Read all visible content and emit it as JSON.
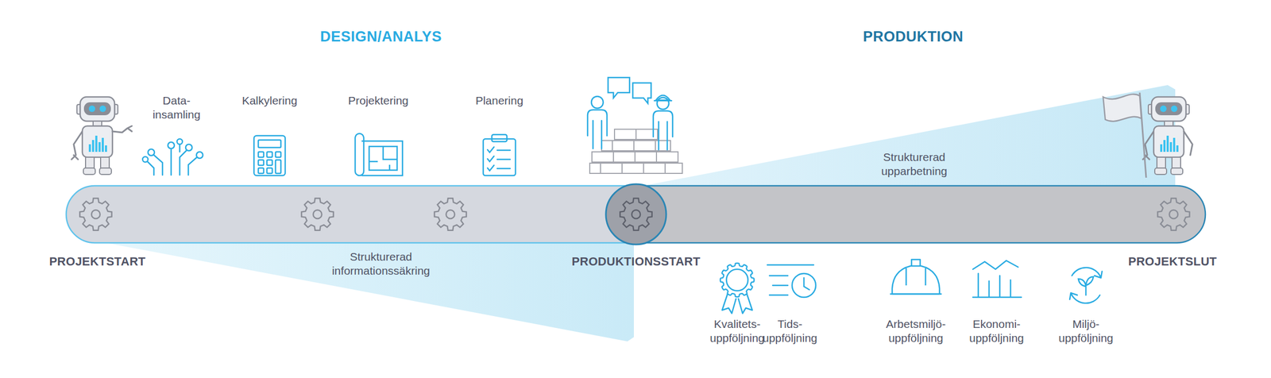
{
  "diagram": {
    "labels": [
      "DESIGN/ANALYS",
      "PRODUKTION",
      "Data- insamling",
      "Kalkylering",
      "Projektering",
      "Planering",
      "Strukturerad upparbetning",
      "PROJEKTSTART",
      "Strukturerad informationssäkring",
      "PRODUKTIONSSTART",
      "PROJEKTSLUT",
      "Kvalitets- uppföljning",
      "Tids- uppföljning",
      "Arbetsmiljö- uppföljning",
      "Ekonomi- uppföljning",
      "Miljö- uppföljning"
    ]
  }
}
